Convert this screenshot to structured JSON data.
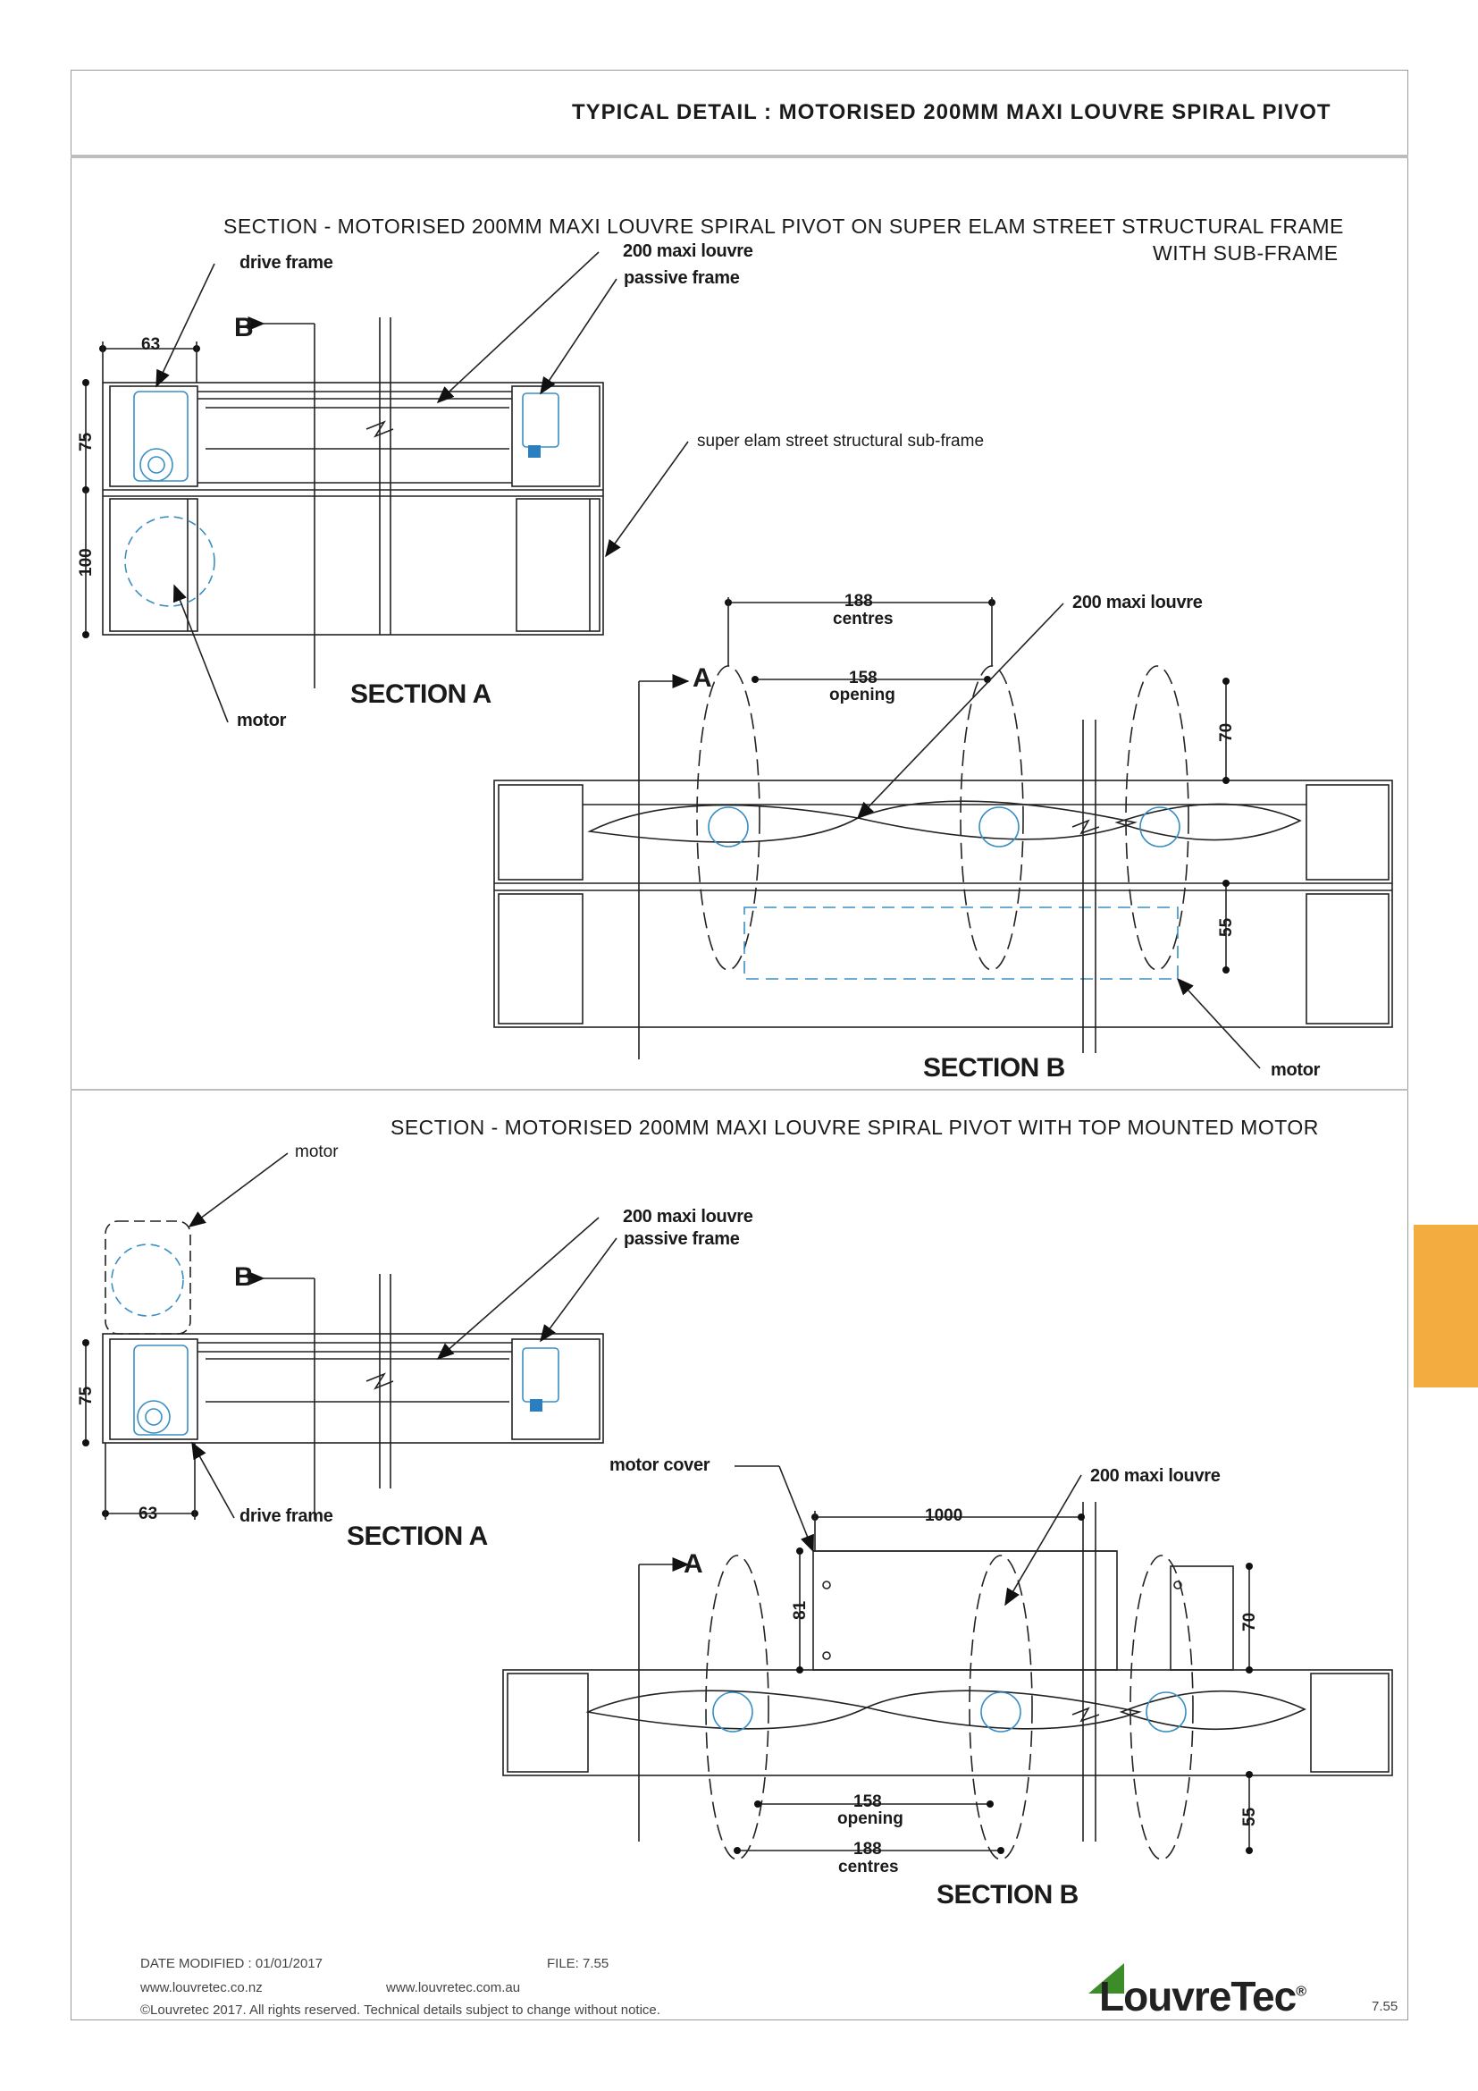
{
  "header": {
    "title": "TYPICAL DETAIL :  MOTORISED 200MM MAXI LOUVRE SPIRAL PIVOT"
  },
  "section1": {
    "title_line1": "SECTION - MOTORISED 200MM MAXI LOUVRE SPIRAL PIVOT ON SUPER ELAM STREET STRUCTURAL FRAME",
    "title_line2": "WITH SUB-FRAME",
    "labels": {
      "drive_frame": "drive frame",
      "maxi_louvre": "200 maxi louvre",
      "passive_frame": "passive frame",
      "sub_frame": "super elam street structural sub-frame",
      "motor": "motor",
      "maxi_louvre_b": "200 maxi louvre",
      "motor_b": "motor",
      "section_a": "SECTION A",
      "section_b": "SECTION B",
      "marker_a": "A",
      "marker_b": "B"
    },
    "dims": {
      "d63": "63",
      "d75": "75",
      "d100": "100",
      "d188": "188",
      "centres": "centres",
      "d158": "158",
      "opening": "opening",
      "d70": "70",
      "d55": "55"
    }
  },
  "section2": {
    "title": "SECTION - MOTORISED 200MM MAXI LOUVRE SPIRAL PIVOT WITH TOP MOUNTED MOTOR",
    "labels": {
      "motor": "motor",
      "maxi_louvre": "200 maxi louvre",
      "passive_frame": "passive frame",
      "drive_frame": "drive frame",
      "motor_cover": "motor cover",
      "maxi_louvre_b": "200 maxi louvre",
      "section_a": "SECTION A",
      "section_b": "SECTION B",
      "marker_a": "A",
      "marker_b": "B"
    },
    "dims": {
      "d75": "75",
      "d63": "63",
      "d1000": "1000",
      "d81": "81",
      "d70": "70",
      "d158": "158",
      "opening": "opening",
      "d188": "188",
      "centres": "centres",
      "d55": "55"
    }
  },
  "footer": {
    "date": "DATE MODIFIED : 01/01/2017",
    "file": "FILE: 7.55",
    "url_nz": "www.louvretec.co.nz",
    "url_au": "www.louvretec.com.au",
    "copyright": "©Louvretec 2017. All rights reserved. Technical details subject to change without notice.",
    "page": "7.55",
    "logo_text": "LouvreTec",
    "logo_mark": "®"
  },
  "colors": {
    "accent_tab": "#f2ac40",
    "logo_green": "#3c8c2a",
    "detail_blue": "#3a8fc4",
    "line": "#222222"
  }
}
